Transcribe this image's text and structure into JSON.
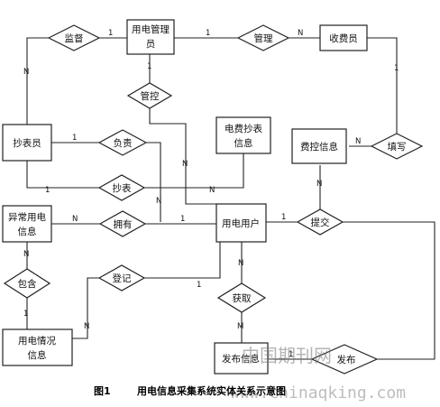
{
  "entities": {
    "yongdian_guanliyuan": [
      "用电管理",
      "员"
    ],
    "shoufeiyuan": "收费员",
    "chaobiaoyuan": "抄表员",
    "dianfei_chaobiao": [
      "电费抄表",
      "信息"
    ],
    "feikong_xinxi": "费控信息",
    "yichang_yongdian": [
      "异常用电",
      "信息"
    ],
    "yongdian_yonghu": "用电用户",
    "yongdian_qingkuang": [
      "用电情况",
      "信息"
    ],
    "fabu_xinxi": "发布信息"
  },
  "relationships": {
    "jiandu": "监督",
    "guanli": "管理",
    "guankong": "管控",
    "fuze": "负责",
    "chaobiao": "抄表",
    "tianxie": "填写",
    "yongyou": "拥有",
    "tijiao": "提交",
    "baohan": "包含",
    "dengji": "登记",
    "huoqu": "获取",
    "fabu": "发布"
  },
  "cardinalities": {
    "jiandu_mgr": "1",
    "jiandu_reader": "N",
    "guanli_mgr": "1",
    "guanli_collector": "N",
    "guankong_mgr": "1",
    "guankong_user": "N",
    "fuze_reader": "1",
    "fuze_user": "N",
    "chaobiao_reader": "1",
    "chaobiao_info": "N",
    "tianxie_collector": "1",
    "tianxie_fee": "N",
    "tijiao_user": "1",
    "tijiao_fee": "N",
    "yongyou_abn": "N",
    "yongyou_user": "1",
    "baohan_abn": "N",
    "baohan_usage": "1",
    "dengji_user": "1",
    "dengji_usage": "N",
    "huoqu_user": "N",
    "huoqu_pub": "M",
    "fabu_pub": "1"
  },
  "caption": {
    "fig": "图1",
    "text": "用电信息采集系统实体关系示意图"
  },
  "watermark": {
    "cn": "中国期刊网",
    "url": "www.chinaqking.com"
  }
}
